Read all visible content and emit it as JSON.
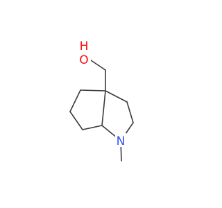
{
  "molecule": {
    "atoms": {
      "oxygen": {
        "symbol": "O",
        "attached_h": "H",
        "color": "#ff0d0d"
      },
      "nitrogen": {
        "symbol": "N",
        "color": "#3050f8"
      }
    },
    "bond_color": "#3a3a3a"
  }
}
